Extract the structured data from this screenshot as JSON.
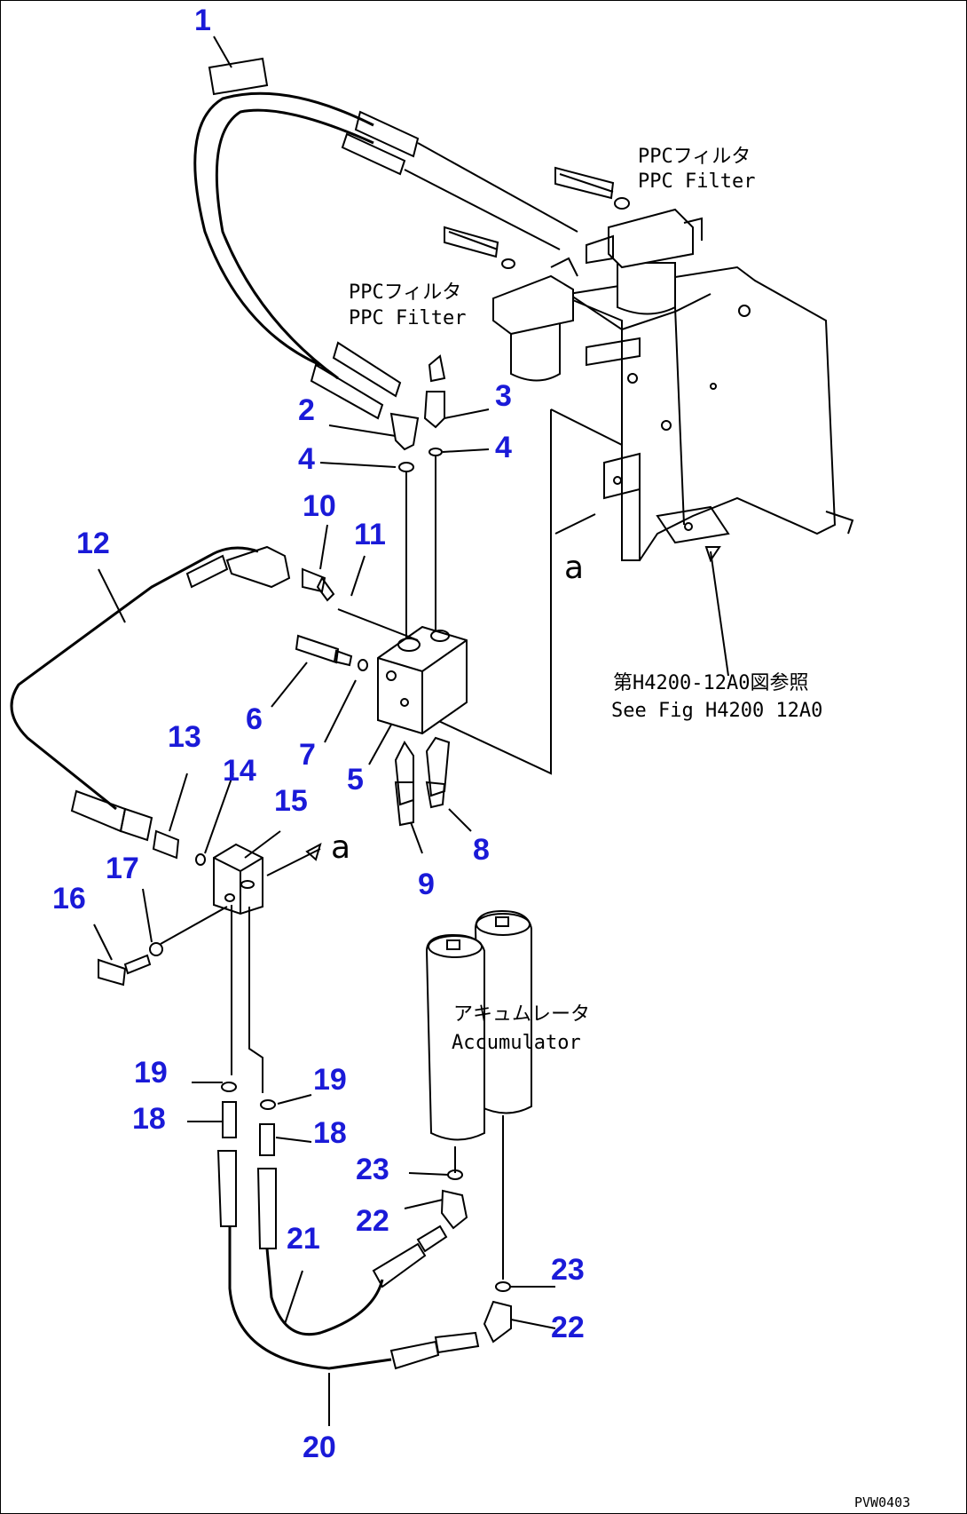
{
  "part_numbers": [
    {
      "id": "p1",
      "label": "1"
    },
    {
      "id": "p2",
      "label": "2"
    },
    {
      "id": "p3",
      "label": "3"
    },
    {
      "id": "p4a",
      "label": "4"
    },
    {
      "id": "p4b",
      "label": "4"
    },
    {
      "id": "p5",
      "label": "5"
    },
    {
      "id": "p6",
      "label": "6"
    },
    {
      "id": "p7",
      "label": "7"
    },
    {
      "id": "p8",
      "label": "8"
    },
    {
      "id": "p9",
      "label": "9"
    },
    {
      "id": "p10",
      "label": "10"
    },
    {
      "id": "p11",
      "label": "11"
    },
    {
      "id": "p12",
      "label": "12"
    },
    {
      "id": "p13",
      "label": "13"
    },
    {
      "id": "p14",
      "label": "14"
    },
    {
      "id": "p15",
      "label": "15"
    },
    {
      "id": "p16",
      "label": "16"
    },
    {
      "id": "p17",
      "label": "17"
    },
    {
      "id": "p18a",
      "label": "18"
    },
    {
      "id": "p18b",
      "label": "18"
    },
    {
      "id": "p19a",
      "label": "19"
    },
    {
      "id": "p19b",
      "label": "19"
    },
    {
      "id": "p20",
      "label": "20"
    },
    {
      "id": "p21",
      "label": "21"
    },
    {
      "id": "p22a",
      "label": "22"
    },
    {
      "id": "p22b",
      "label": "22"
    },
    {
      "id": "p23a",
      "label": "23"
    },
    {
      "id": "p23b",
      "label": "23"
    }
  ],
  "notes": {
    "ppc_filter_upper_jp": "PPCフィルタ",
    "ppc_filter_upper_en": "PPC Filter",
    "ppc_filter_lower_jp": "PPCフィルタ",
    "ppc_filter_lower_en": "PPC Filter",
    "see_fig_jp": "第H4200-12A0図参照",
    "see_fig_en": "See Fig H4200 12A0",
    "accumulator_jp": "アキュムレータ",
    "accumulator_en": "Accumulator",
    "ref_a_upper": "a",
    "ref_a_lower": "a"
  },
  "drawing_code": "PVW0403",
  "colors": {
    "part_number": "#1a1ad8",
    "line": "#000000",
    "background": "#ffffff"
  }
}
